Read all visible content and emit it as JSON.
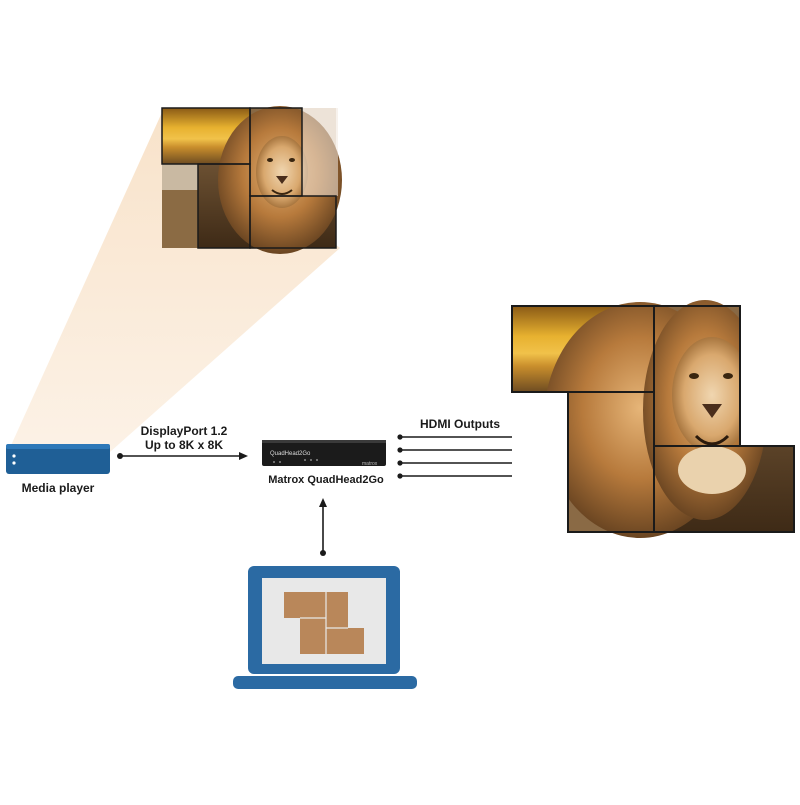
{
  "labels": {
    "media_player": "Media player",
    "displayport_line1": "DisplayPort 1.2",
    "displayport_line2": "Up to 8K x 8K",
    "hdmi_outputs": "HDMI Outputs",
    "device_name": "Matrox QuadHead2Go",
    "device_model_text": "QuadHead2Go",
    "device_brand_text": "matrox"
  },
  "colors": {
    "device_blue": "#1f5f96",
    "laptop_blue": "#2b6aa3",
    "tile_brown": "#b9875a",
    "beam": "#f6d9b8",
    "arrow": "#1a1a1a"
  },
  "icons": {
    "media_player": "media-player-icon",
    "capture_box": "quadhead2go-device-icon",
    "laptop": "laptop-icon"
  },
  "hdmi_output_count": 4
}
